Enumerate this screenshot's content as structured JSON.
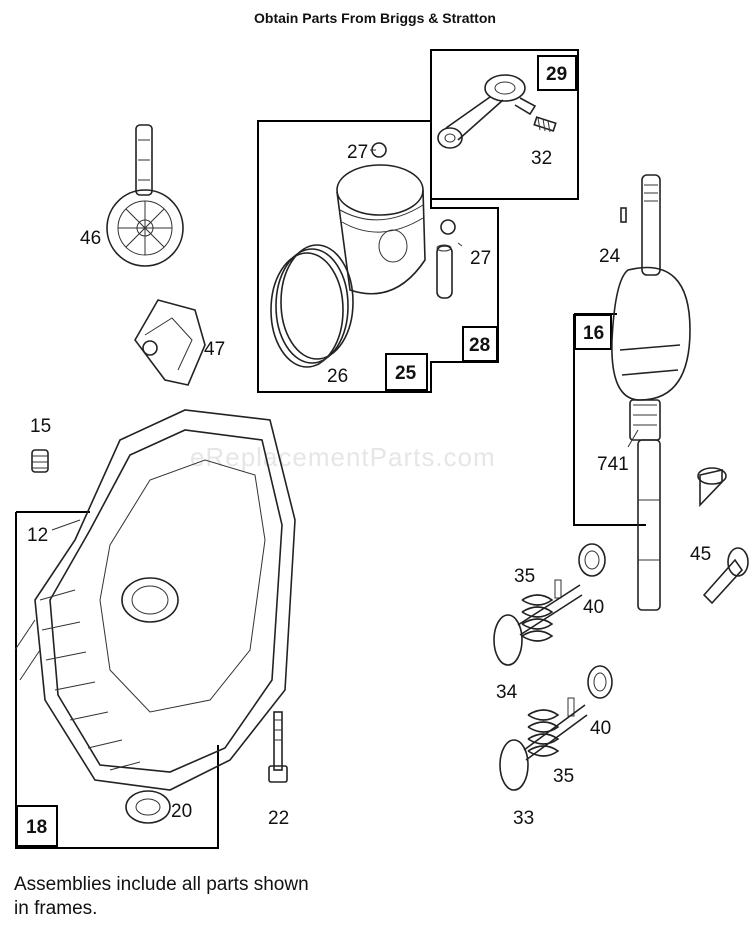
{
  "header": "Obtain Parts From Briggs & Stratton",
  "watermark": "eReplacementParts.com",
  "footnote": "Assemblies include all parts shown in frames.",
  "frames": [
    {
      "id": "frame-29",
      "label": "29"
    },
    {
      "id": "frame-25",
      "label": "25"
    },
    {
      "id": "frame-28",
      "label": "28"
    },
    {
      "id": "frame-16",
      "label": "16"
    },
    {
      "id": "frame-18",
      "label": "18"
    }
  ],
  "callouts": [
    "46",
    "47",
    "27",
    "27",
    "32",
    "24",
    "26",
    "15",
    "12",
    "741",
    "45",
    "35",
    "40",
    "34",
    "40",
    "35",
    "33",
    "20",
    "22"
  ]
}
